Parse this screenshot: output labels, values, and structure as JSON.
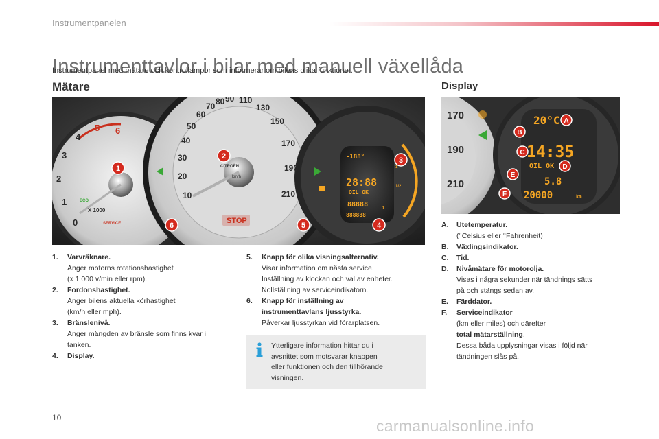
{
  "header": {
    "section": "Instrumentpanelen"
  },
  "title": "Instrumenttavlor i bilar med manuell växellåda",
  "subtitle": "Instrumentpanel med mätare och kontrollampor som informerar om bilens olika funktioner.",
  "gauges_heading": "Mätare",
  "display_heading": "Display",
  "cluster": {
    "tach_ticks": [
      "0",
      "1",
      "2",
      "3",
      "4",
      "5",
      "6"
    ],
    "tach_x1000": "X 1000",
    "tach_service": "SERVICE",
    "tach_eco": "ECO",
    "speed_ticks": [
      "10",
      "20",
      "30",
      "40",
      "50",
      "60",
      "70",
      "80",
      "90",
      "110",
      "130",
      "150",
      "170",
      "190",
      "210"
    ],
    "brand": "CITROËN",
    "unit": "km/h",
    "stop": "STOP",
    "center_temp": "-188°",
    "center_clock": "28:88",
    "center_oil": "OIL OK",
    "center_odo1": "88888",
    "center_odo2": "888888",
    "fuel_ticks": [
      "0",
      "1/2",
      "1"
    ],
    "callouts": [
      "1",
      "2",
      "3",
      "4",
      "5",
      "6"
    ]
  },
  "display_photo": {
    "speed_ticks": [
      "170",
      "190",
      "210"
    ],
    "temp": "20°C",
    "clock": "14:35",
    "oil": "OIL OK",
    "trip": "5.8",
    "odo": "20000",
    "odo_unit": "km",
    "callouts": [
      "A",
      "B",
      "C",
      "D",
      "E",
      "F"
    ]
  },
  "gauges_list_left": [
    {
      "num": "1.",
      "title": "Varvräknare.",
      "desc": [
        "Anger motorns rotationshastighet",
        "(x 1 000 v/min eller rpm)."
      ]
    },
    {
      "num": "2.",
      "title": "Fordonshastighet.",
      "desc": [
        "Anger bilens aktuella körhastighet",
        "(km/h eller mph)."
      ]
    },
    {
      "num": "3.",
      "title": "Bränslenivå.",
      "desc": [
        "Anger mängden av bränsle som finns kvar i",
        "tanken."
      ]
    },
    {
      "num": "4.",
      "title": "Display.",
      "desc": []
    }
  ],
  "gauges_list_right": [
    {
      "num": "5.",
      "title": "Knapp för olika visningsalternativ.",
      "desc": [
        "Visar information om nästa service.",
        "Inställning av klockan och val av enheter.",
        "Nollställning av serviceindikatorn."
      ]
    },
    {
      "num": "6.",
      "title": "Knapp för inställning av",
      "title2": "instrumenttavlans ljusstyrka.",
      "desc": [
        "Påverkar ljusstyrkan vid förarplatsen."
      ]
    }
  ],
  "note": {
    "text": [
      "Ytterligare information hittar du i",
      "avsnittet som motsvarar knappen",
      "eller funktionen och den tillhörande",
      "visningen."
    ]
  },
  "display_list": [
    {
      "num": "A.",
      "title": "Utetemperatur.",
      "desc": [
        "(°Celsius eller °Fahrenheit)"
      ]
    },
    {
      "num": "B.",
      "title": "Växlingsindikator.",
      "desc": []
    },
    {
      "num": "C.",
      "title": "Tid.",
      "desc": []
    },
    {
      "num": "D.",
      "title": "Nivåmätare för motorolja.",
      "desc": [
        "Visas i några sekunder när tändnings sätts",
        "på och stängs sedan av."
      ]
    },
    {
      "num": "E.",
      "title": "Färddator.",
      "desc": []
    },
    {
      "num": "F.",
      "title": "Serviceindikator",
      "desc": [
        "(km eller miles) och därefter"
      ],
      "bold_line": "total mätarställning",
      "bold_suffix": ".",
      "desc2": [
        "Dessa båda upplysningar visas i följd när",
        "tändningen slås på."
      ]
    }
  ],
  "page_number": "10",
  "watermark": "carmanualsonline.info",
  "colors": {
    "accent_red": "#d9142a",
    "callout_red": "#d42a1e",
    "amber": "#f5a623",
    "green": "#3aa836"
  }
}
